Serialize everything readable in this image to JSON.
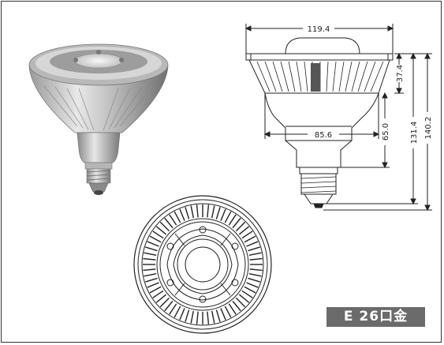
{
  "dimensions": {
    "top_width": "119.4",
    "neck_width": "85.6",
    "head_height": "37.4",
    "neck_height": "65.0",
    "body_height": "131.4",
    "total_height": "140.2"
  },
  "badge": {
    "text": "E 26口金"
  },
  "colors": {
    "line": "#222222",
    "badge_bg": "#6b6b6b",
    "badge_text": "#ffffff"
  }
}
